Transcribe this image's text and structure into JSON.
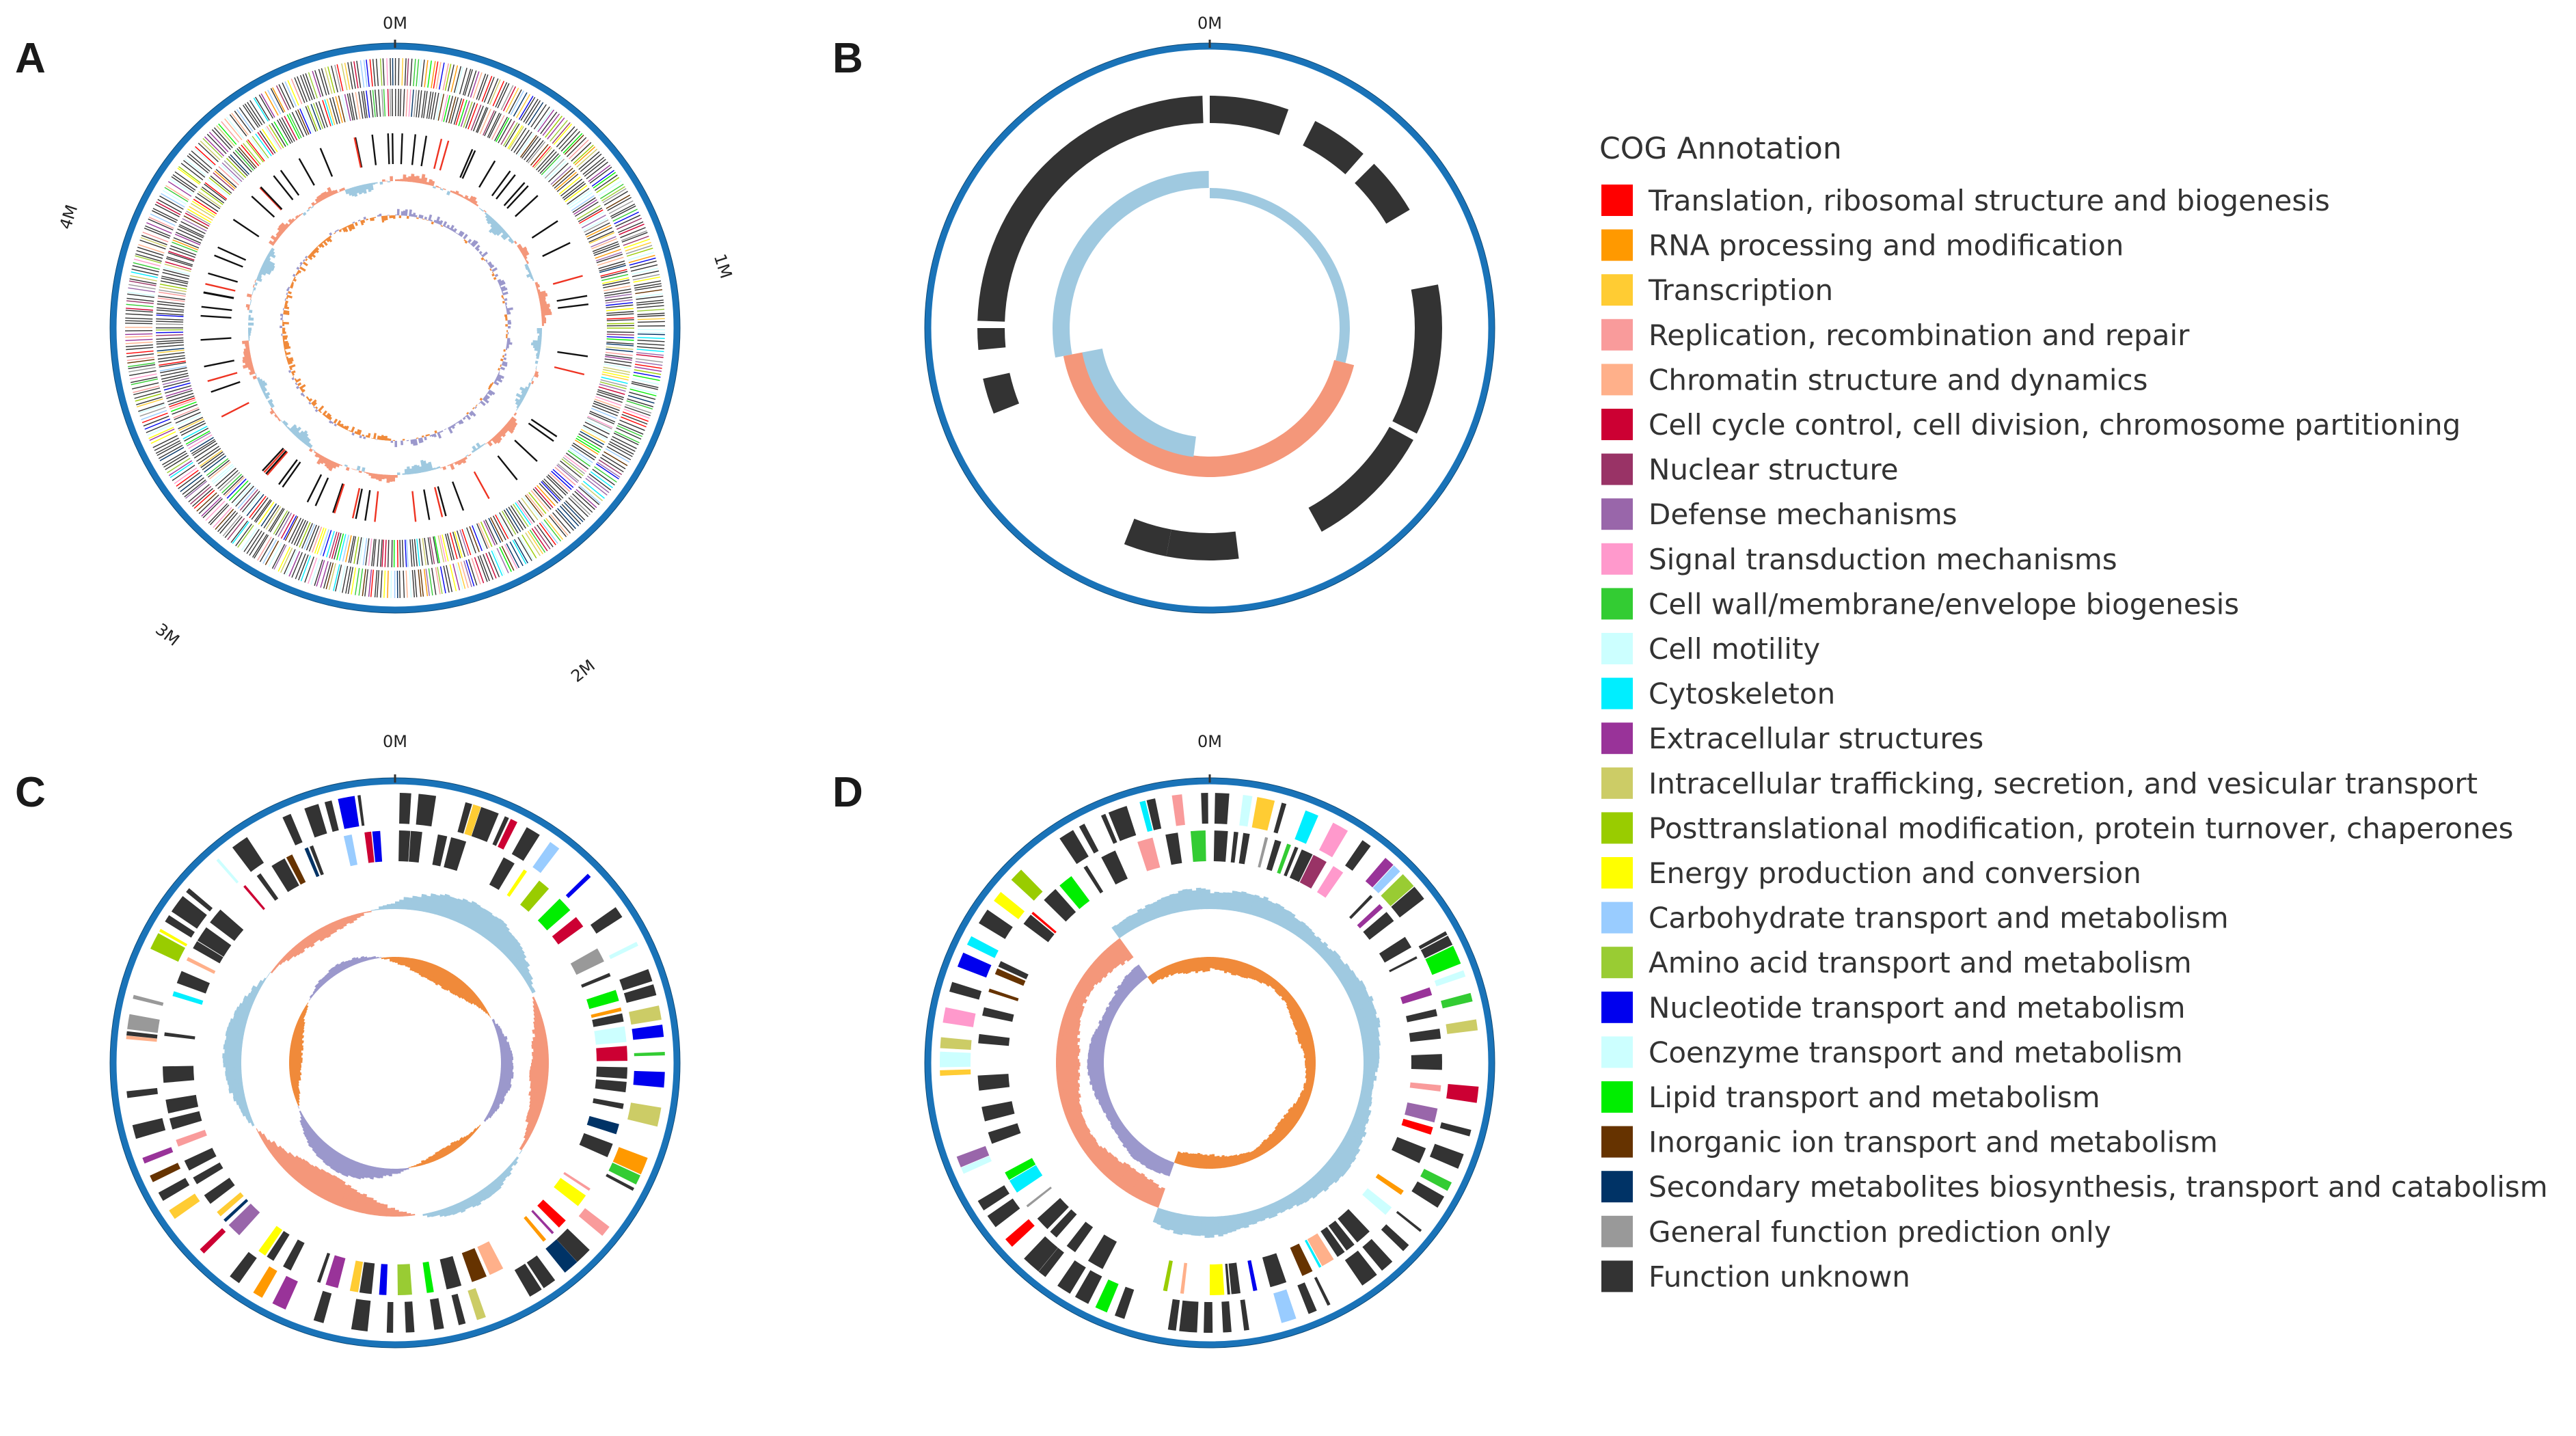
{
  "panels": [
    {
      "letter": "A",
      "kind": "genome",
      "ticks": [
        "0M",
        "1M",
        "2M",
        "3M",
        "4M"
      ]
    },
    {
      "letter": "B",
      "kind": "plasmid-large",
      "ticks": [
        "0M"
      ]
    },
    {
      "letter": "C",
      "kind": "plasmid-dense",
      "ticks": [
        "0M"
      ]
    },
    {
      "letter": "D",
      "kind": "plasmid-dense",
      "ticks": [
        "0M"
      ]
    }
  ],
  "legend": {
    "title": "COG Annotation",
    "items": [
      {
        "label": "Translation, ribosomal structure and biogenesis",
        "color": "#ff0000"
      },
      {
        "label": "RNA processing and modification",
        "color": "#ff9900"
      },
      {
        "label": "Transcription",
        "color": "#ffcc33"
      },
      {
        "label": "Replication, recombination and repair",
        "color": "#f99b9b"
      },
      {
        "label": "Chromatin structure and dynamics",
        "color": "#ffb08a"
      },
      {
        "label": "Cell cycle control, cell division, chromosome partitioning",
        "color": "#cc0033"
      },
      {
        "label": "Nuclear structure",
        "color": "#993366"
      },
      {
        "label": "Defense mechanisms",
        "color": "#9966aa"
      },
      {
        "label": "Signal transduction mechanisms",
        "color": "#ff99cc"
      },
      {
        "label": "Cell wall/membrane/envelope biogenesis",
        "color": "#33cc33"
      },
      {
        "label": "Cell motility",
        "color": "#ccffff"
      },
      {
        "label": "Cytoskeleton",
        "color": "#00eeff"
      },
      {
        "label": "Extracellular structures",
        "color": "#993399"
      },
      {
        "label": "Intracellular trafficking, secretion, and vesicular transport",
        "color": "#cccc66"
      },
      {
        "label": "Posttranslational modification, protein turnover, chaperones",
        "color": "#99cc00"
      },
      {
        "label": "Energy production and conversion",
        "color": "#ffff00"
      },
      {
        "label": "Carbohydrate transport and metabolism",
        "color": "#99ccff"
      },
      {
        "label": "Amino acid transport and metabolism",
        "color": "#99cc33"
      },
      {
        "label": "Nucleotide transport and metabolism",
        "color": "#0000ee"
      },
      {
        "label": "Coenzyme transport and metabolism",
        "color": "#ccffff"
      },
      {
        "label": "Lipid transport and metabolism",
        "color": "#00ee00"
      },
      {
        "label": "Inorganic ion transport and metabolism",
        "color": "#663300"
      },
      {
        "label": "Secondary metabolites biosynthesis, transport and catabolism",
        "color": "#003366"
      },
      {
        "label": "General function prediction only",
        "color": "#999999"
      },
      {
        "label": "Function unknown",
        "color": "#333333"
      }
    ]
  },
  "colors": {
    "outer_ring": "#1a73b8",
    "gc_skew_pos": "#9fc9e0",
    "gc_content": "#f4977a",
    "gc_skew_neg": "#9b98cc",
    "inner_orange": "#f08a3a",
    "rrna_red": "#ee3322",
    "function_unknown": "#333333"
  }
}
